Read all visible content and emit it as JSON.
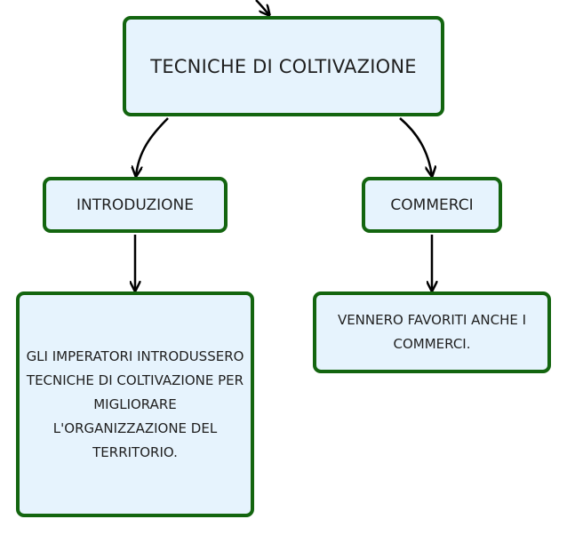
{
  "colors": {
    "node_fill": "#e6f3fd",
    "node_border": "#13650f",
    "connector": "#000000",
    "text": "#1f1f1f"
  },
  "nodes": {
    "main": "TECNICHE DI COLTIVAZIONE",
    "introduzione": "INTRODUZIONE",
    "commerci": "COMMERCI",
    "introduzione_text": "GLI IMPERATORI INTRODUSSERO TECNICHE DI COLTIVAZIONE PER MIGLIORARE L'ORGANIZZAZIONE DEL TERRITORIO.",
    "commerci_text": "VENNERO FAVORITI ANCHE I COMMERCI."
  }
}
